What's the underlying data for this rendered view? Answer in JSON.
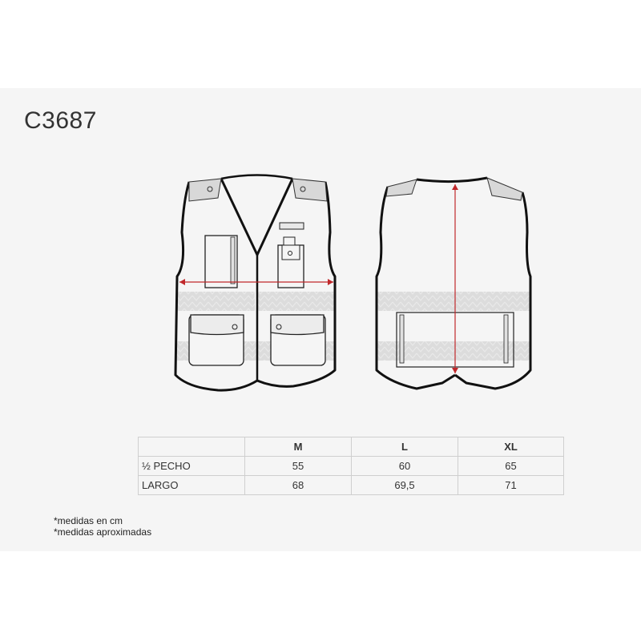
{
  "title": "C3687",
  "size_table": {
    "headers": [
      "",
      "M",
      "L",
      "XL"
    ],
    "rows": [
      {
        "label": "½  PECHO",
        "values": [
          "55",
          "60",
          "65"
        ]
      },
      {
        "label": "LARGO",
        "values": [
          "68",
          "69,5",
          "71"
        ]
      }
    ]
  },
  "notes": [
    "*medidas en cm",
    "*medidas aproximadas"
  ],
  "colors": {
    "outline": "#111111",
    "measure": "#c0282b",
    "band": "#d9d9d9",
    "background": "#f5f5f5"
  },
  "icons": {
    "front_view": "vest-front-drawing",
    "back_view": "vest-back-drawing"
  }
}
